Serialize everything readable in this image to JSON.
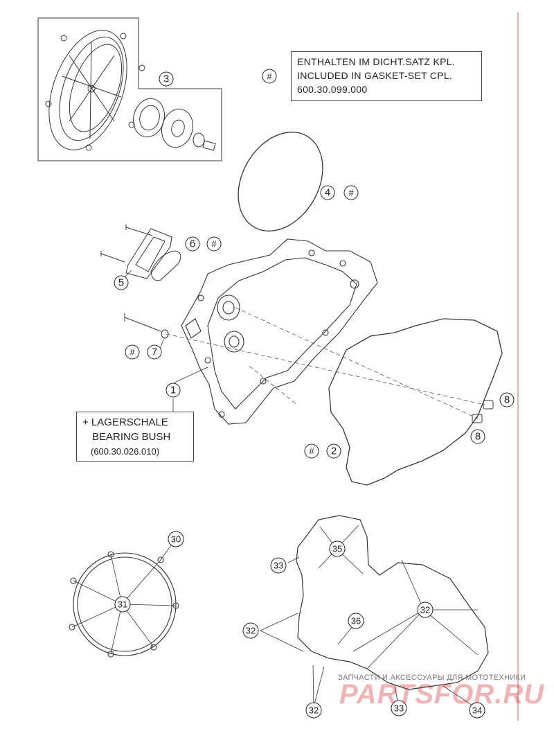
{
  "gasket_note": {
    "line1": "ENTHALTEN IM DICHT.SATZ KPL.",
    "line2": "INCLUDED IN GASKET-SET CPL.",
    "line3": "600.30.099.000"
  },
  "bearing_note": {
    "line1": "+ LAGERSCHALE",
    "line2": "BEARING BUSH",
    "line3": "(600.30.026.010)"
  },
  "symbol_hash": "#",
  "refs": {
    "r1": "1",
    "r2": "2",
    "r3": "3",
    "r4": "4",
    "r5": "5",
    "r6": "6",
    "r7": "7",
    "r8a": "8",
    "r8b": "8",
    "r30": "30",
    "r31": "31",
    "r32a": "32",
    "r32b": "32",
    "r32c": "32",
    "r33a": "33",
    "r33b": "33",
    "r34": "34",
    "r35": "35",
    "r36": "36"
  },
  "watermark": {
    "tagline": "ЗАПЧАСТИ И АКСЕССУАРЫ ДЛЯ МОТОТЕХНИКИ",
    "brand": "PARTSFOR.RU"
  },
  "colors": {
    "line": "#333333",
    "margin_line": "#e05050",
    "watermark": "#d72828"
  }
}
